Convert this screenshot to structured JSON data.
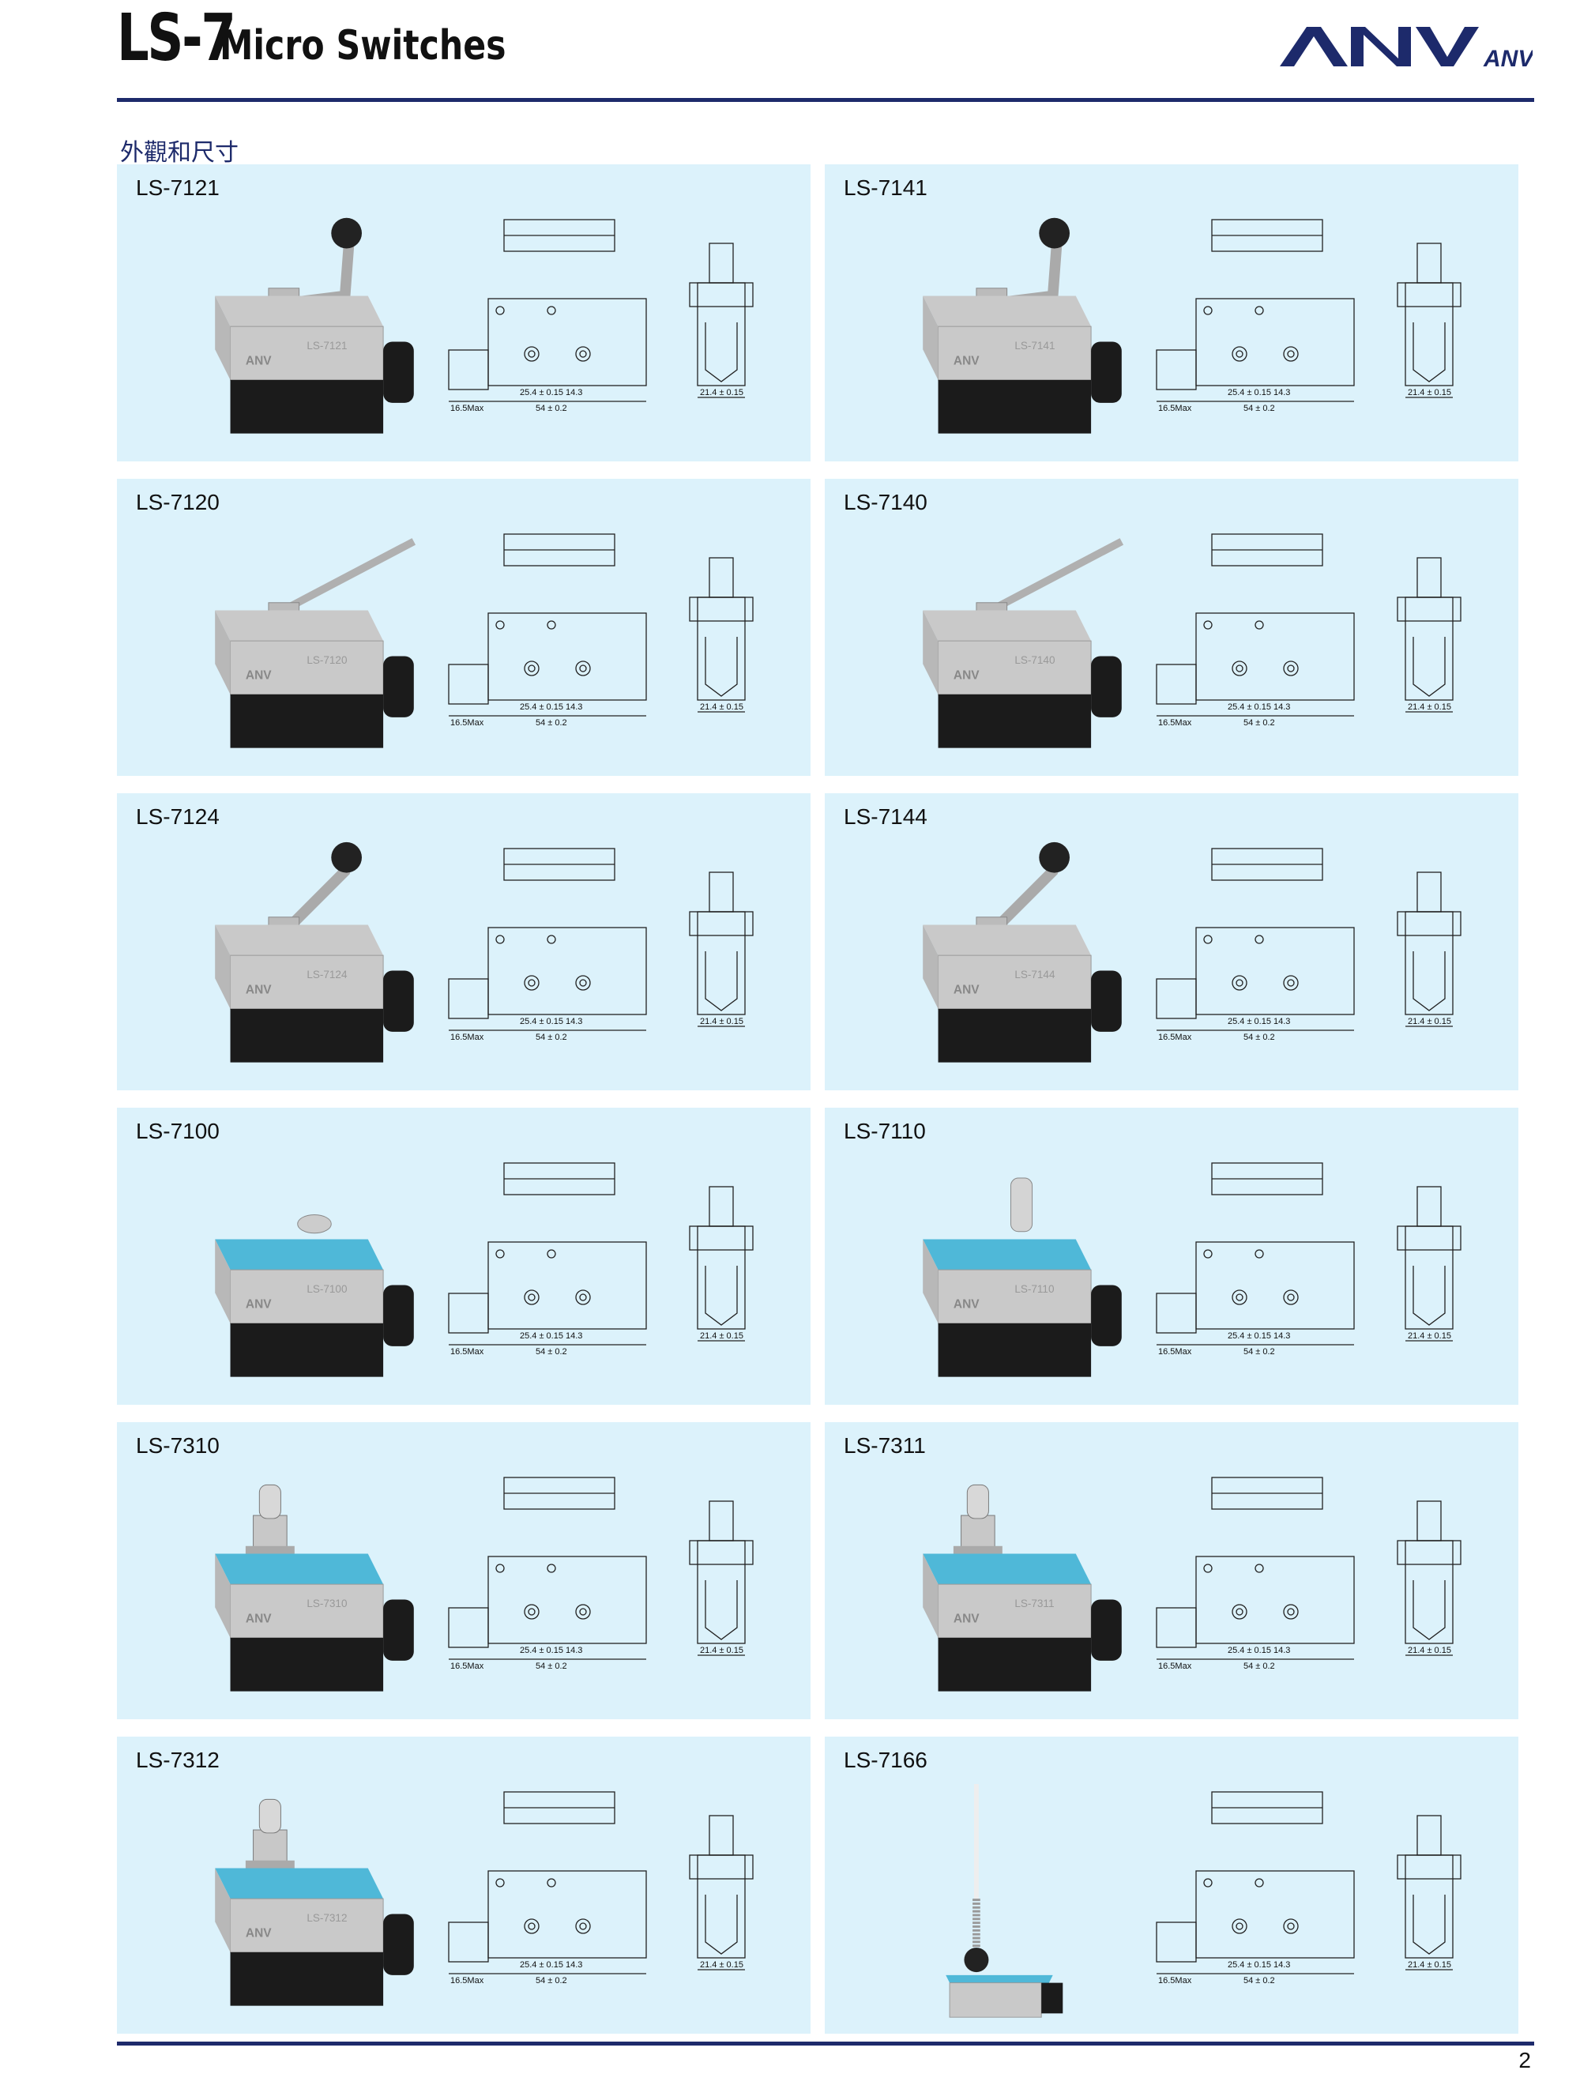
{
  "header": {
    "model": "LS-7",
    "title": "Micro Switches",
    "brand": "ANV",
    "brand_small": "ANV"
  },
  "section_title": "外觀和尺寸",
  "panels": [
    {
      "model": "LS-7121",
      "variant": "roller-lever"
    },
    {
      "model": "LS-7141",
      "variant": "roller-lever"
    },
    {
      "model": "LS-7120",
      "variant": "hinge-lever"
    },
    {
      "model": "LS-7140",
      "variant": "hinge-lever"
    },
    {
      "model": "LS-7124",
      "variant": "roller-lever-up"
    },
    {
      "model": "LS-7144",
      "variant": "roller-lever-up"
    },
    {
      "model": "LS-7100",
      "variant": "plunger"
    },
    {
      "model": "LS-7110",
      "variant": "pin-plunger"
    },
    {
      "model": "LS-7310",
      "variant": "panel-plunger"
    },
    {
      "model": "LS-7311",
      "variant": "panel-roller-plunger"
    },
    {
      "model": "LS-7312",
      "variant": "panel-roller-plunger"
    },
    {
      "model": "LS-7166",
      "variant": "coil-spring"
    }
  ],
  "common_dims": {
    "dim_165": "16.5Max",
    "dim_254": "25.4 ± 0.15",
    "dim_143": "14.3",
    "dim_54": "54 ± 0.2",
    "dim_214": "21.4 ± 0.15"
  },
  "page_number": "2",
  "colors": {
    "brand_navy": "#1d2a6b",
    "panel_bg": "#dcf2fb",
    "switch_grey": "#c9c9c9",
    "switch_blue": "#4fb8d8",
    "base_black": "#1b1b1b"
  }
}
